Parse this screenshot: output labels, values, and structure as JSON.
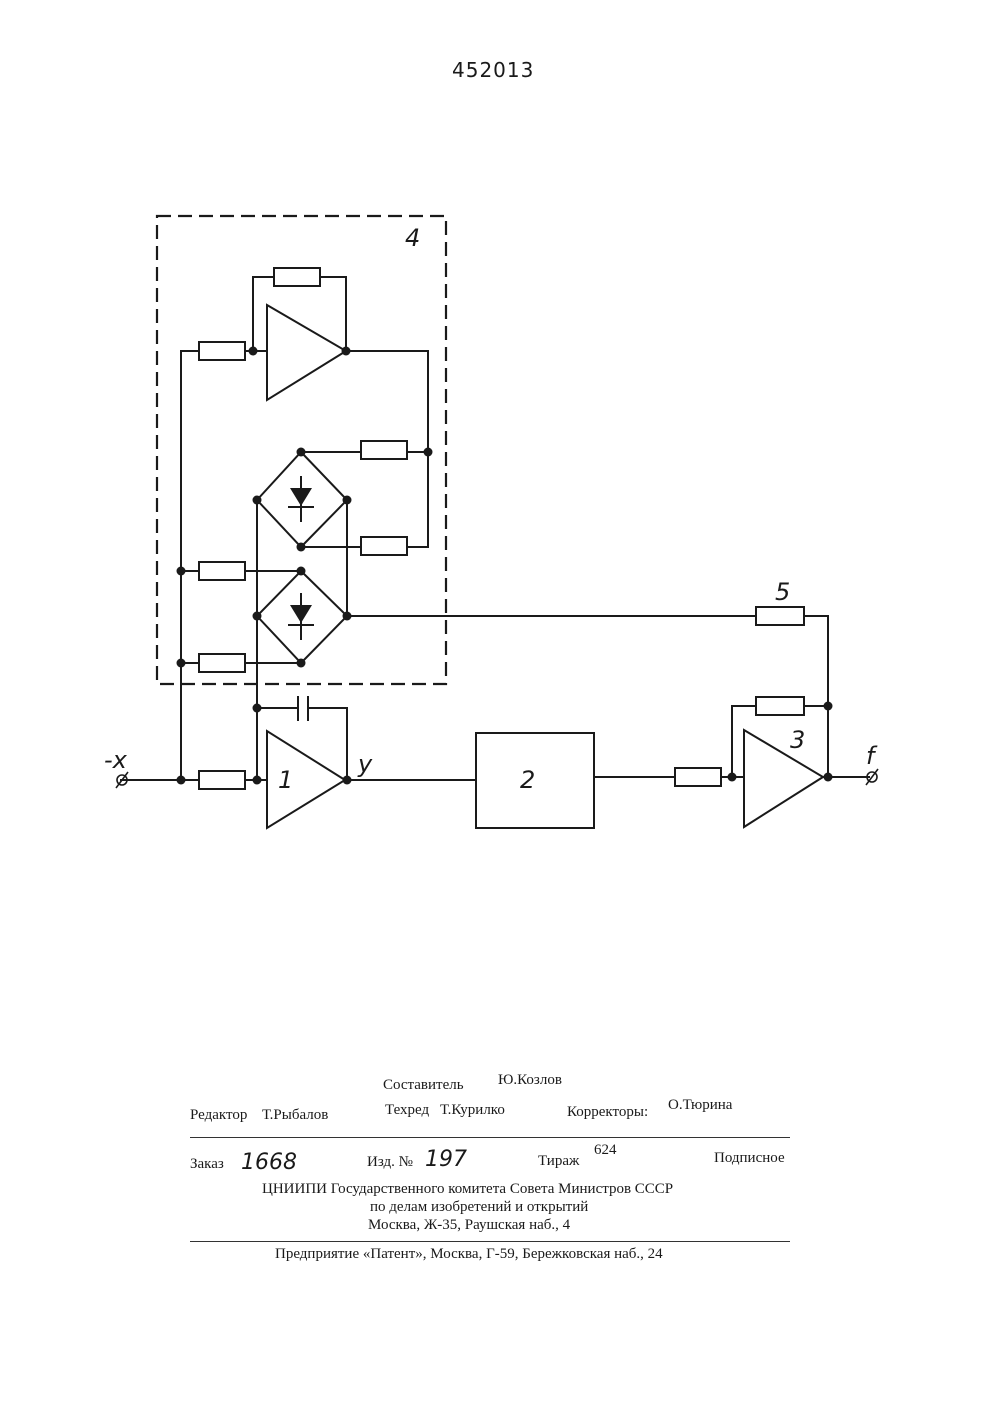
{
  "patent_number": "452013",
  "diagram": {
    "block_labels": {
      "limiter_block": "4",
      "integrator": "1",
      "block_2": "2",
      "output_amp": "3",
      "resistor_5": "5"
    },
    "terminals": {
      "input": "-x",
      "node_y": "y",
      "output": "f"
    }
  },
  "footer": {
    "compiler_label": "Составитель",
    "compiler_name": "Ю.Козлов",
    "editor_label": "Редактор",
    "editor_name": "Т.Рыбалов",
    "techred_label": "Техред",
    "techred_name": "Т.Курилко",
    "correctors_label": "Корректоры:",
    "correctors_name": "О.Тюрина",
    "order_label": "Заказ",
    "order_value": "1668",
    "edition_label": "Изд. №",
    "edition_value": "197",
    "circulation_label": "Тираж",
    "circulation_value": "624",
    "subscription": "Подписное",
    "org_line1": "ЦНИИПИ Государственного комитета Совета Министров СССР",
    "org_line2": "по делам изобретений и открытий",
    "org_line3": "Москва, Ж-35, Раушская наб., 4",
    "printer": "Предприятие «Патент», Москва, Г-59, Бережковская наб., 24"
  }
}
